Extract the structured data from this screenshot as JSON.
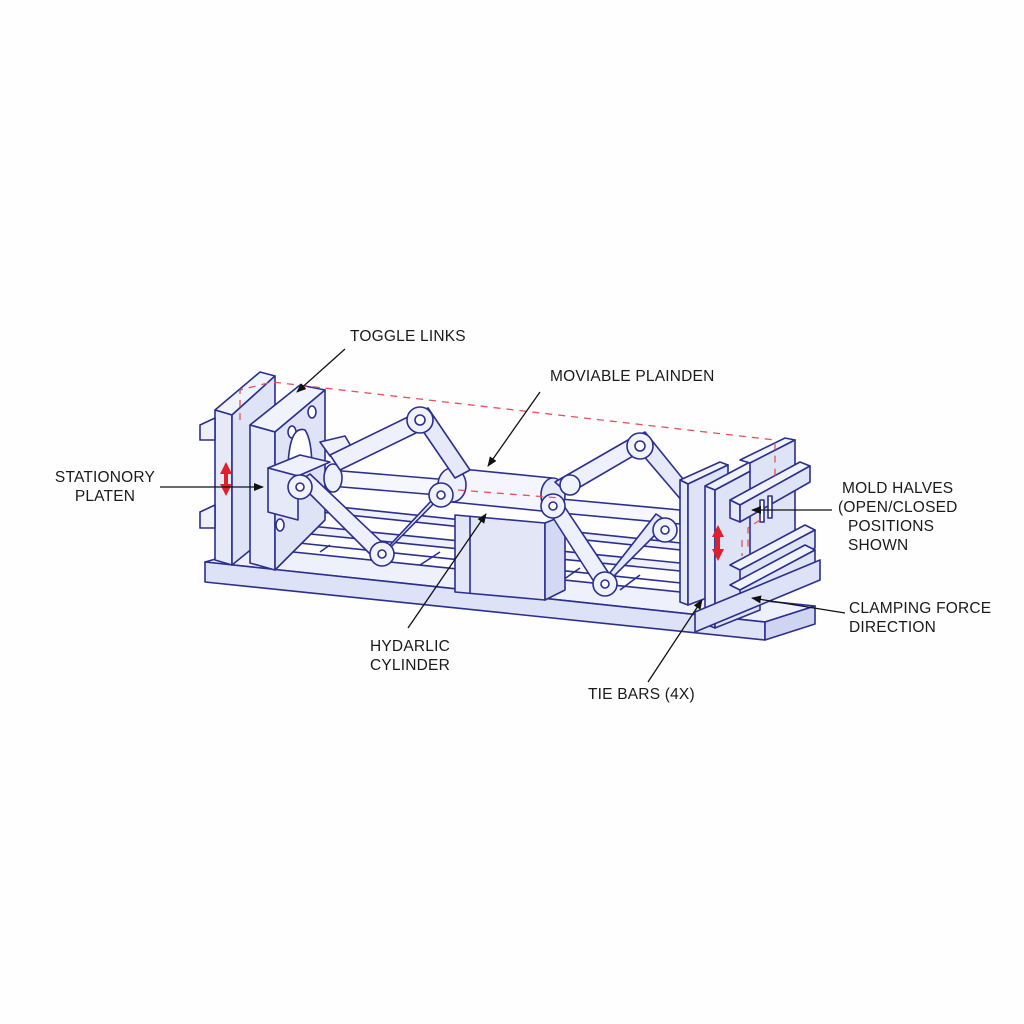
{
  "diagram": {
    "type": "isometric technical illustration",
    "subject": "Toggle-type clamping unit",
    "colors": {
      "line": "#2b2f8f",
      "fill": "#e6e9f8",
      "fill_light": "#f1f3fc",
      "fill_dark": "#cfd5f0",
      "dashed_guide": "#e8505b",
      "force_arrow": "#e0202a",
      "leader": "#111111"
    },
    "labels": {
      "toggle_links": "TOGGLE LINKS",
      "movable_platen": "MOVIABLE PLAINDEN",
      "stationary_platen": [
        "STATIONORY",
        "PLATEN"
      ],
      "mold_halves": [
        "MOLD HALVES",
        "(OPEN/CLOSED",
        "POSITIONS",
        "SHOWN"
      ],
      "clamping_force": [
        "CLAMPING FORCE",
        "DIRECTION"
      ],
      "hydraulic_cylinder": [
        "HYDARLIC",
        "CYLINDER"
      ],
      "tie_bars": "TIE BARS (4X)"
    }
  }
}
